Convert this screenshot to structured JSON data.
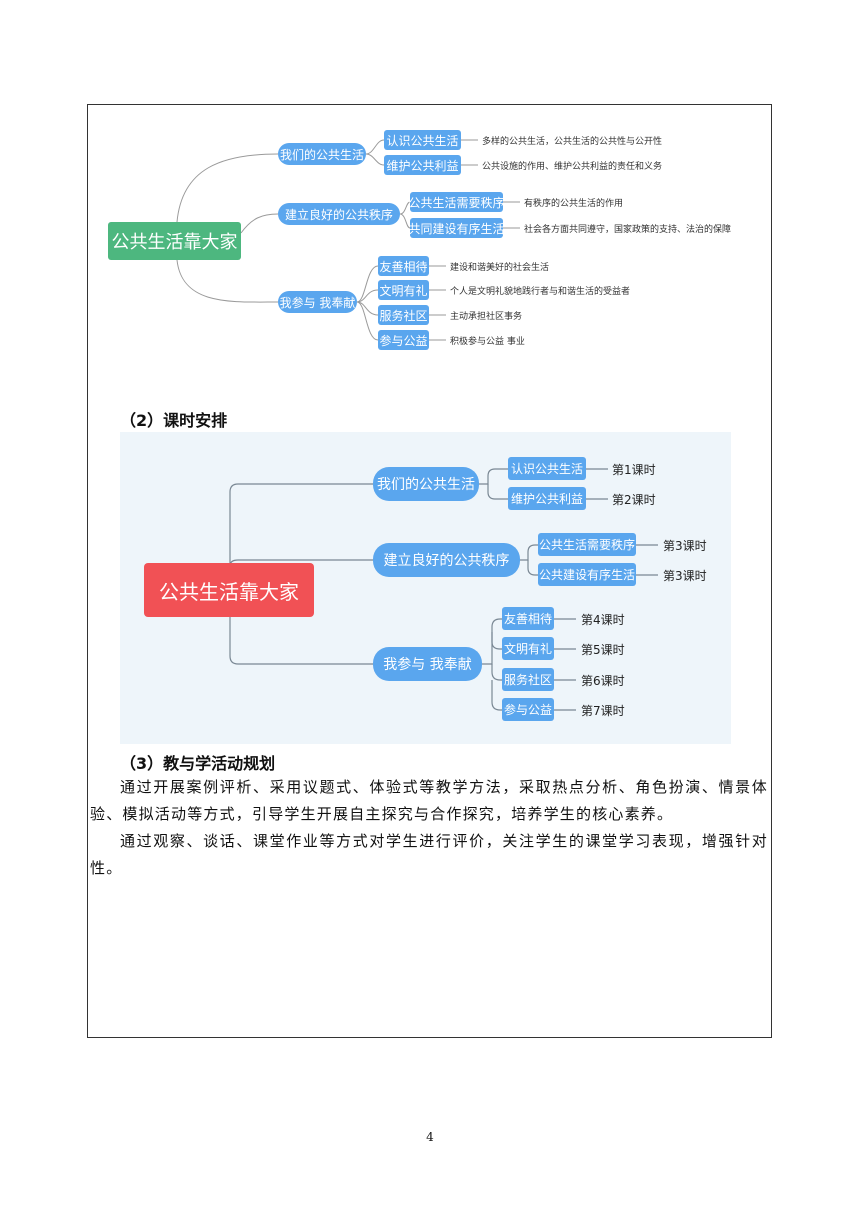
{
  "mindmap1": {
    "root": "公共生活靠大家",
    "branches": [
      {
        "label": "我们的公共生活"
      },
      {
        "label": "建立良好的公共秩序"
      },
      {
        "label": "我参与 我奉献"
      }
    ],
    "leaves": [
      {
        "label": "认识公共生活",
        "note": "多样的公共生活，公共生活的公共性与公开性"
      },
      {
        "label": "维护公共利益",
        "note": "公共设施的作用、维护公共利益的责任和义务"
      },
      {
        "label": "公共生活需要秩序",
        "note": "有秩序的公共生活的作用"
      },
      {
        "label": "共同建设有序生活",
        "note": "社会各方面共同遵守，国家政策的支持、法治的保障"
      },
      {
        "label": "友善相待",
        "note": "建设和谐美好的社会生活"
      },
      {
        "label": "文明有礼",
        "note": "个人是文明礼貌地践行者与和谐生活的受益者"
      },
      {
        "label": "服务社区",
        "note": "主动承担社区事务"
      },
      {
        "label": "参与公益",
        "note": "积极参与公益 事业"
      }
    ]
  },
  "section2_heading": "（2）课时安排",
  "mindmap2": {
    "root": "公共生活靠大家",
    "branches": [
      {
        "label": "我们的公共生活"
      },
      {
        "label": "建立良好的公共秩序"
      },
      {
        "label": "我参与 我奉献"
      }
    ],
    "leaves": [
      {
        "label": "认识公共生活",
        "note": "第1课时"
      },
      {
        "label": "维护公共利益",
        "note": "第2课时"
      },
      {
        "label": "公共生活需要秩序",
        "note": "第3课时"
      },
      {
        "label": "公共建设有序生活",
        "note": "第3课时"
      },
      {
        "label": "友善相待",
        "note": "第4课时"
      },
      {
        "label": "文明有礼",
        "note": "第5课时"
      },
      {
        "label": "服务社区",
        "note": "第6课时"
      },
      {
        "label": "参与公益",
        "note": "第7课时"
      }
    ]
  },
  "section3_heading": "（3）教与学活动规划",
  "paragraphs": [
    "通过开展案例评析、采用议题式、体验式等教学方法，采取热点分析、角色扮演、情景体验、模拟活动等方式，引导学生开展自主探究与合作探究，培养学生的核心素养。",
    "通过观察、谈话、课堂作业等方式对学生进行评价，关注学生的课堂学习表现，增强针对性。"
  ],
  "page_number": "4"
}
